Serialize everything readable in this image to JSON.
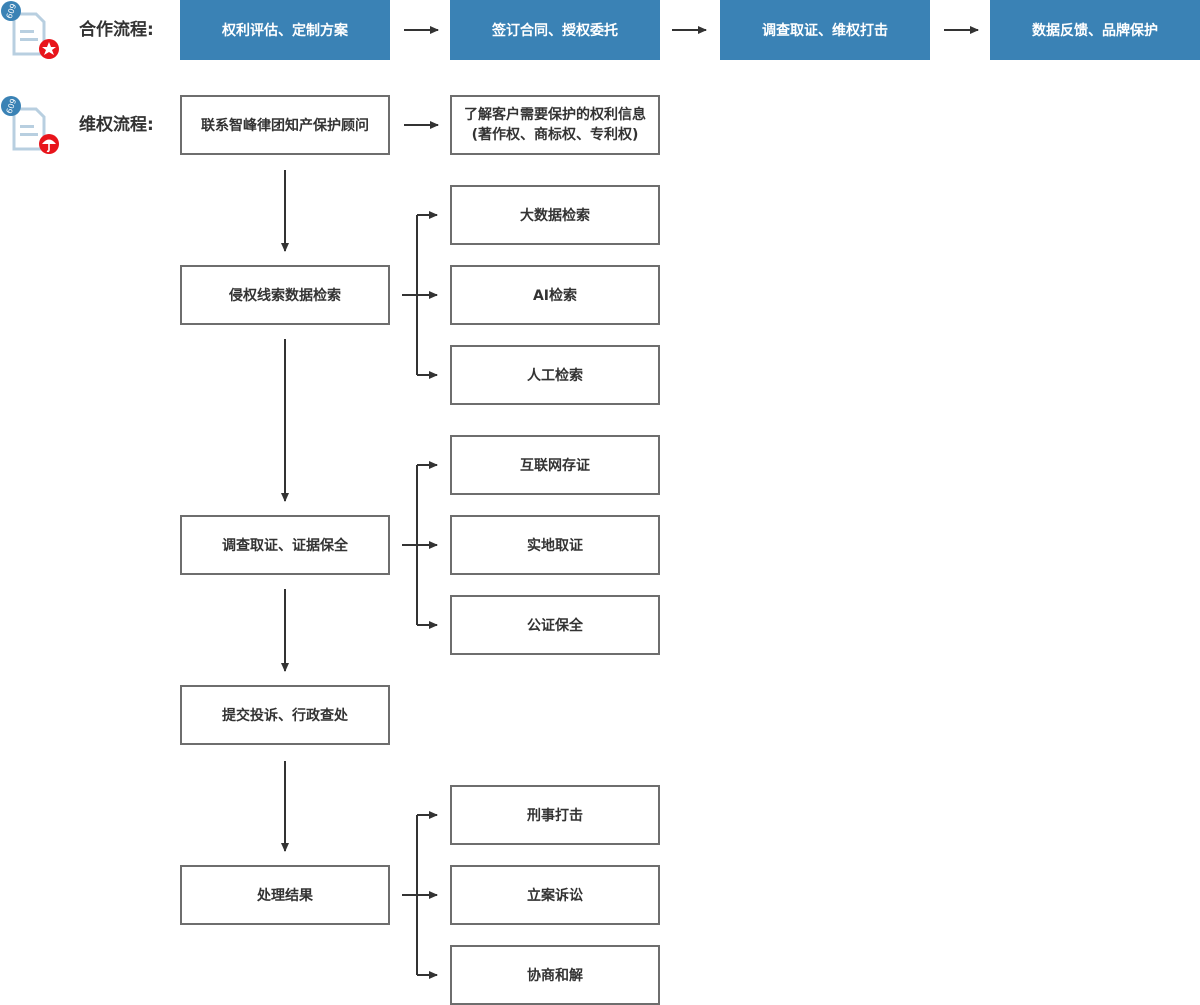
{
  "cooperation": {
    "label": "合作流程:",
    "steps": [
      "权利评估、定制方案",
      "签订合同、授权委托",
      "调查取证、维权打击",
      "数据反馈、品牌保护"
    ]
  },
  "protection": {
    "label": "维权流程:",
    "consult": "联系智峰律团知产保护顾问",
    "info_line1": "了解客户需要保护的权利信息",
    "info_line2": "(著作权、商标权、专利权)",
    "search": {
      "label": "侵权线索数据检索",
      "options": [
        "大数据检索",
        "AI检索",
        "人工检索"
      ]
    },
    "evidence": {
      "label": "调查取证、证据保全",
      "options": [
        "互联网存证",
        "实地取证",
        "公证保全"
      ]
    },
    "complaint": "提交投诉、行政查处",
    "result": {
      "label": "处理结果",
      "options": [
        "刑事打击",
        "立案诉讼",
        "协商和解"
      ]
    }
  },
  "colors": {
    "accent_blue": "#3a82b5",
    "icon_red": "#e8141b",
    "line": "#333333",
    "box_border": "#6e6e6e"
  }
}
